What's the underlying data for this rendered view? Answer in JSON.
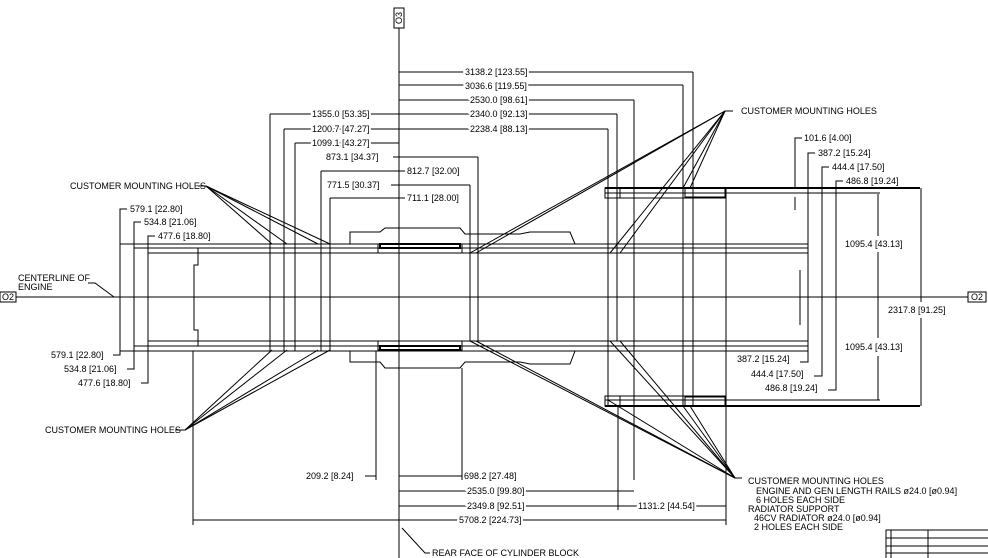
{
  "axes": {
    "vertical_label": "O3",
    "horizontal_label_left": "O2",
    "horizontal_label_right": "O2"
  },
  "top_dims": {
    "d3138": "3138.2 [123.55]",
    "d3036": "3036.6 [119.55]",
    "d2530": "2530.0 [98.61]",
    "d2340": "2340.0 [92.13]",
    "d2238": "2238.4 [88.13]",
    "d1355": "1355.0 [53.35]",
    "d1200": "1200.7 [47.27]",
    "d1099": "1099.1 [43.27]",
    "d873": "873.1 [34.37]",
    "d812": "812.7 [32.00]",
    "d771": "771.5 [30.37]",
    "d711": "711.1 [28.00]"
  },
  "right_dims": {
    "d101": "101.6 [4.00]",
    "d387_top": "387.2 [15.24]",
    "d444_top": "444.4 [17.50]",
    "d486_top": "486.8 [19.24]",
    "d1095_top": "1095.4 [43.13]",
    "d2317": "2317.8 [91.25]",
    "d1095_bot": "1095.4 [43.13]",
    "d387_bot": "387.2 [15.24]",
    "d444_bot": "444.4 [17.50]",
    "d486_bot": "486.8 [19.24]"
  },
  "left_dims": {
    "d579_top": "579.1 [22.80]",
    "d534_top": "534.8 [21.06]",
    "d477_top": "477.6 [18.80]",
    "d579_bot": "579.1 [22.80]",
    "d534_bot": "534.8 [21.06]",
    "d477_bot": "477.6 [18.80]"
  },
  "bottom_dims": {
    "d209": "209.2 [8.24]",
    "d698": "698.2 [27.48]",
    "d2535": "2535.0 [99.80]",
    "d2349": "2349.8 [92.51]",
    "d1131": "1131.2 [44.54]",
    "d5708": "5708.2 [224.73]"
  },
  "labels": {
    "holes_top_right": "CUSTOMER MOUNTING HOLES",
    "holes_top_left": "CUSTOMER MOUNTING HOLES",
    "holes_bottom_left": "CUSTOMER MOUNTING HOLES",
    "centerline_1": "CENTERLINE OF",
    "centerline_2": "ENGINE",
    "rear_face": "REAR FACE OF CYLINDER BLOCK"
  },
  "notes": [
    "CUSTOMER MOUNTING HOLES",
    "ENGINE AND GEN LENGTH RAILS ø24.0 [ø0.94]",
    "6 HOLES EACH SIDE",
    "RADIATOR SUPPORT",
    "46CV RADIATOR ø24.0 [ø0.94]",
    "2 HOLES EACH SIDE"
  ]
}
